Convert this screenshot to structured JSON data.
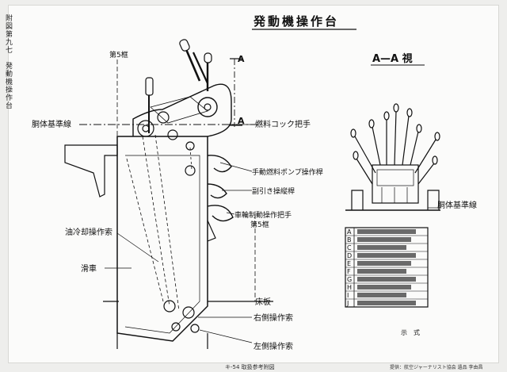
{
  "title": "発動機操作台",
  "side_caption": [
    "附図第九七",
    "発動機操作台"
  ],
  "section_mark": "A",
  "view_title": "A—A 視",
  "labels": {
    "frame5_top": "第5框",
    "frame5_mid": "第5框",
    "fuselage_ref_left": "胴体基準線",
    "fuselage_ref_right": "胴体基準線",
    "fuel_cock": "燃料コック把手",
    "hand_pump": "手動燃料ポンプ操作桿",
    "choke": "副引き操縦桿",
    "brake": "車輪制動操作把手",
    "oil_cooler": "油冷却操作索",
    "pulley": "滑車",
    "floor": "床板",
    "right_cable": "右側操作索",
    "left_cable": "左側操作索"
  },
  "legend": [
    "A",
    "B",
    "C",
    "D",
    "E",
    "F",
    "G",
    "H",
    "I",
    "J"
  ],
  "stamp": "示　式",
  "footer_caption": "キ-54 取扱参考附図",
  "footer_credit": "提供：航空ジャーナリスト協会 遺品 李由昌"
}
